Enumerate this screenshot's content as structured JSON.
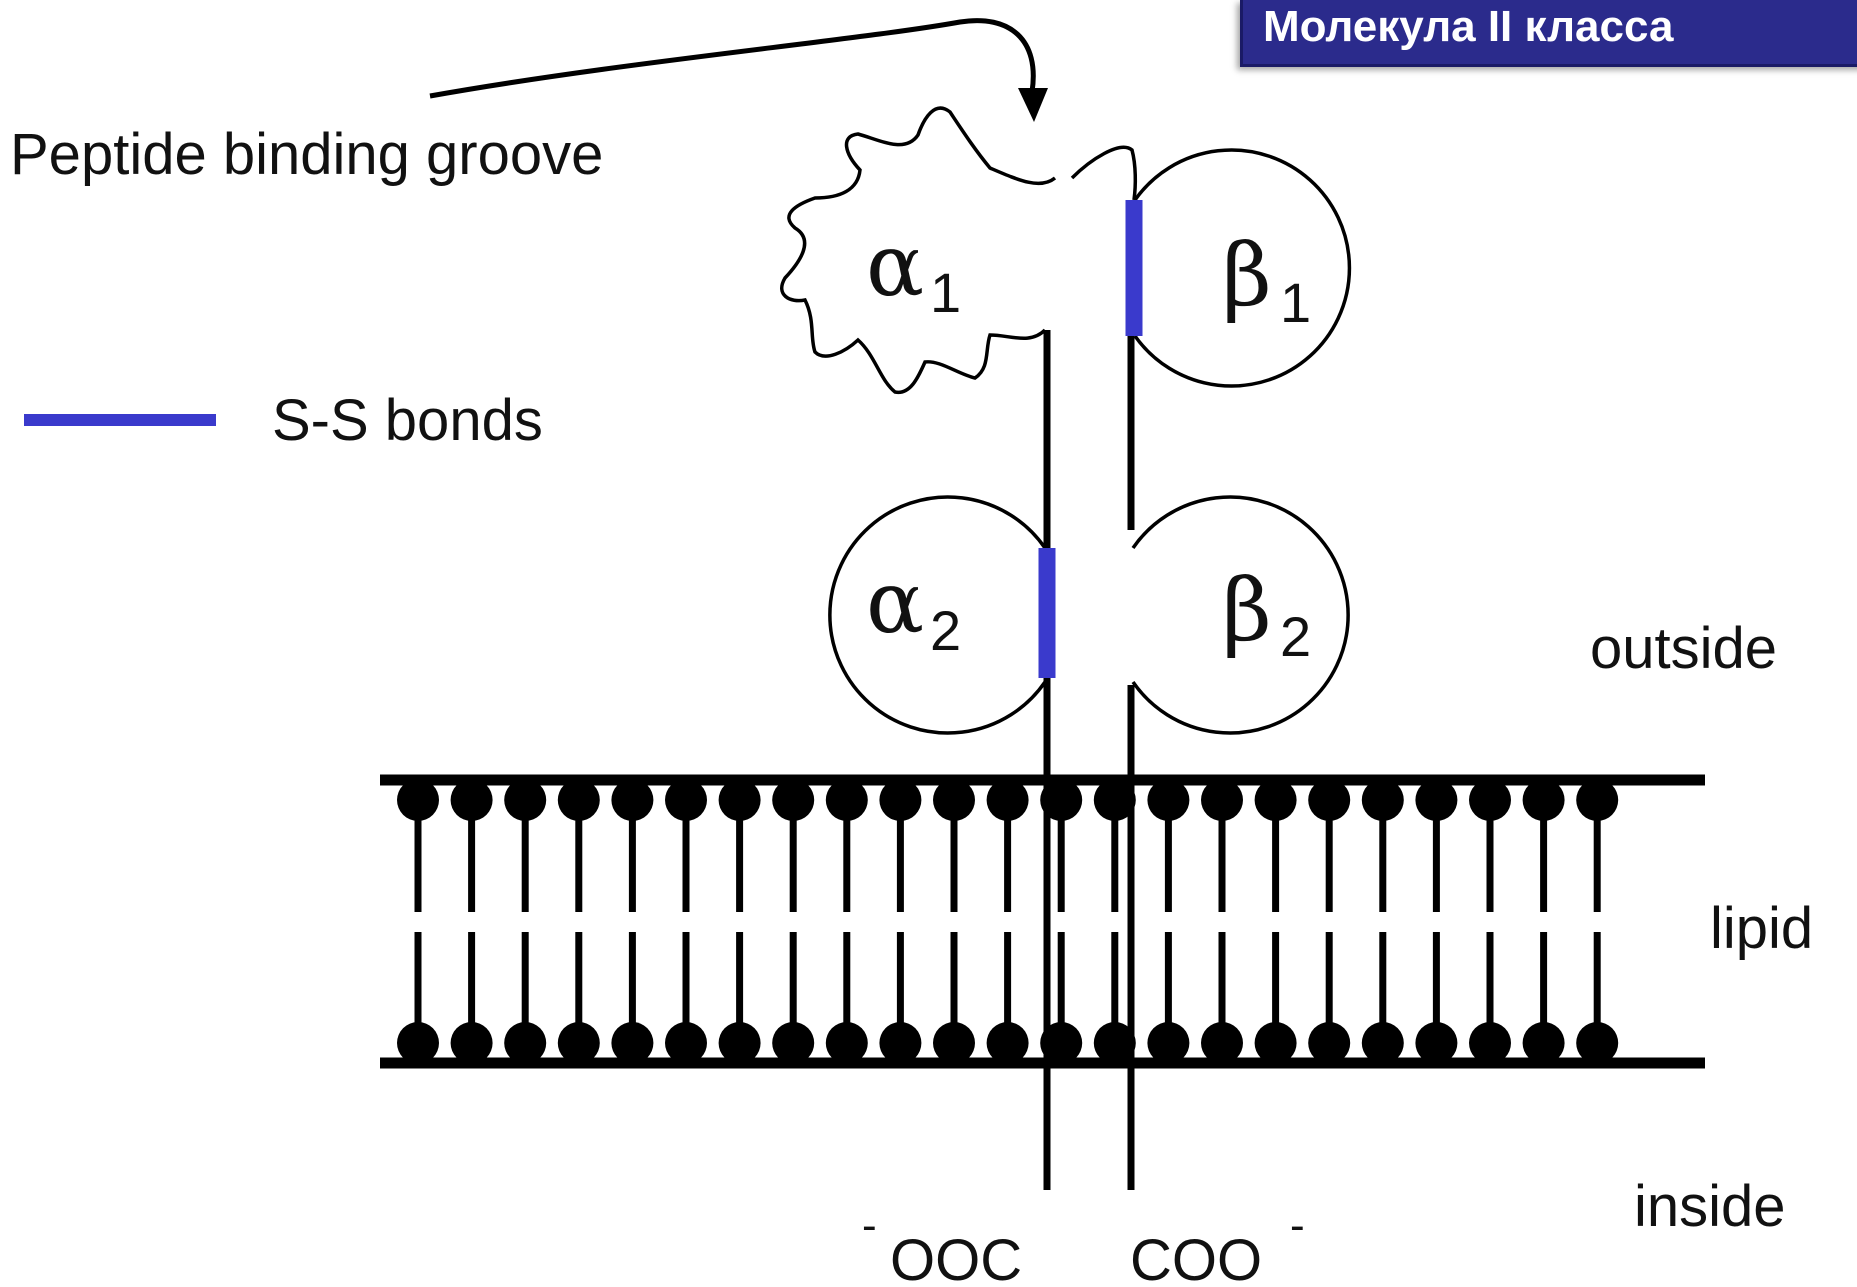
{
  "title": "Молекула II класса",
  "labels": {
    "groove": "Peptide binding groove",
    "ss_bonds": "S-S bonds",
    "outside": "outside",
    "lipid": "lipid",
    "inside": "inside",
    "ooc_sign": "-",
    "ooc": "OOC",
    "coo": "COO",
    "coo_sign": "-"
  },
  "domains": {
    "alpha1": {
      "letter": "α",
      "index": "1"
    },
    "alpha2": {
      "letter": "α",
      "index": "2"
    },
    "beta1": {
      "letter": "β",
      "index": "1"
    },
    "beta2": {
      "letter": "β",
      "index": "2"
    }
  },
  "colors": {
    "ss_bond": "#3a3acc",
    "title_bg": "#2b2b8c",
    "title_text": "#ffffff",
    "line": "#000000"
  }
}
